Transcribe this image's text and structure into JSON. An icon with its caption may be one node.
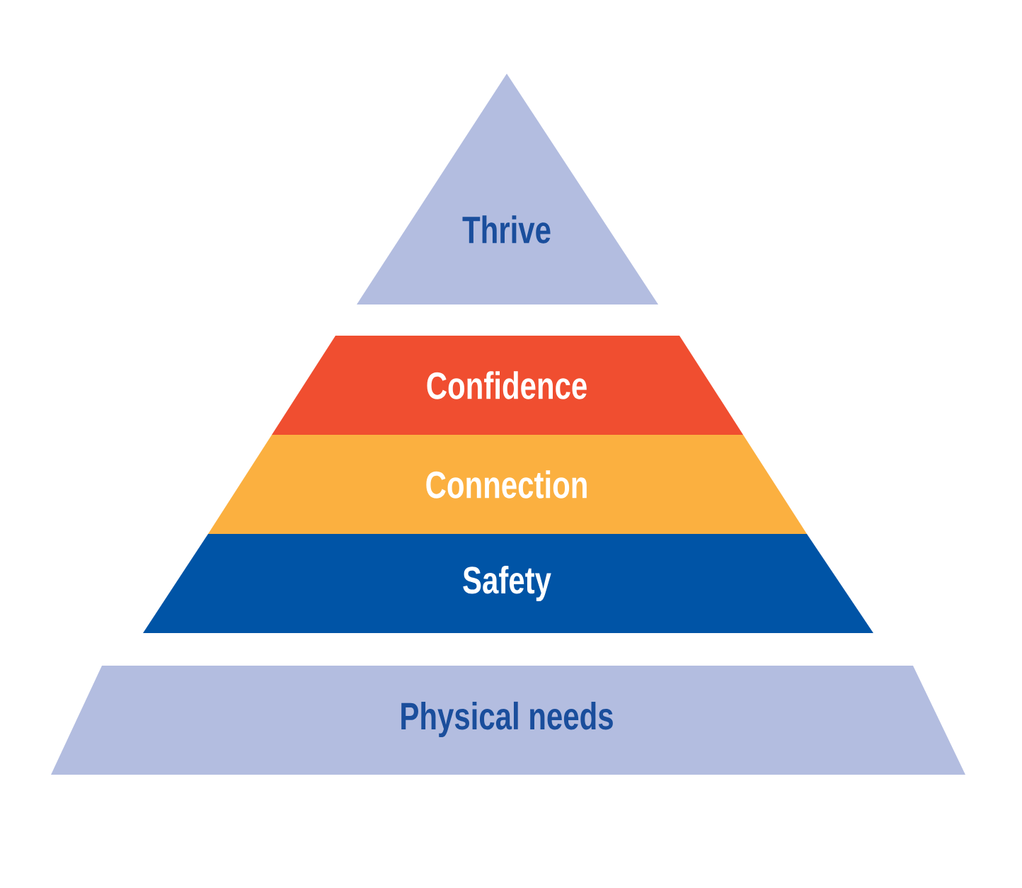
{
  "diagram": {
    "nodes": [
      {
        "text": [
          "Thrive"
        ]
      },
      {
        "text": [
          "Confidence"
        ]
      },
      {
        "text": [
          "Connection"
        ]
      },
      {
        "text": [
          "Safety"
        ]
      },
      {
        "text": [
          "Physical needs"
        ]
      }
    ]
  }
}
